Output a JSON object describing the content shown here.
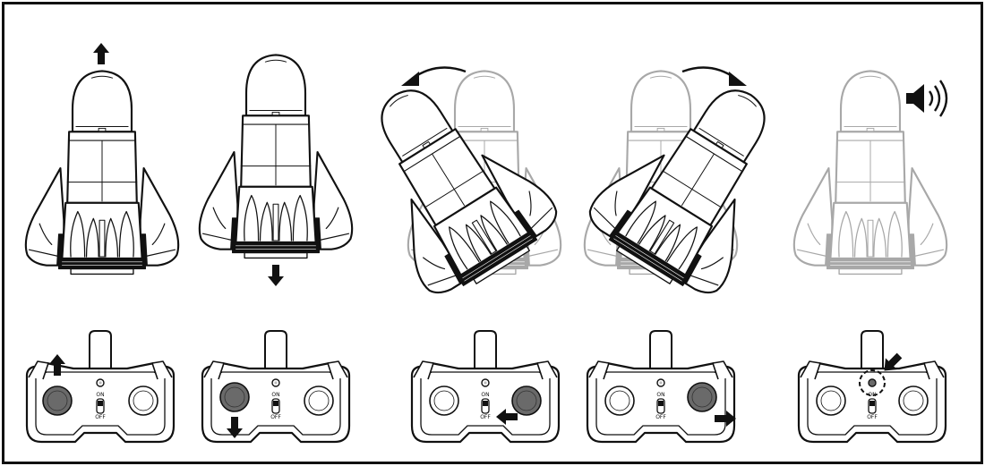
{
  "controller": {
    "switch_on_label": "ON",
    "switch_off_label": "OFF"
  },
  "steps": [
    {
      "id": "up",
      "action": "ascend",
      "rocket": "solid",
      "active_stick": "left",
      "arrow": "up",
      "icon": "arrow-up-icon"
    },
    {
      "id": "down",
      "action": "descend",
      "rocket": "solid",
      "active_stick": "left",
      "arrow": "down",
      "icon": "arrow-down-icon"
    },
    {
      "id": "left",
      "action": "rotate-left",
      "rocket": "tilted-left-with-ghost",
      "active_stick": "right",
      "arrow": "left",
      "icon": "curved-arrow-left-icon"
    },
    {
      "id": "right",
      "action": "rotate-right",
      "rocket": "tilted-right-with-ghost",
      "active_stick": "right",
      "arrow": "right",
      "icon": "curved-arrow-right-icon"
    },
    {
      "id": "sound",
      "action": "sound",
      "rocket": "ghost",
      "active_stick": "none",
      "arrow": "sound-button",
      "icon": "speaker-icon"
    }
  ],
  "colors": {
    "ink": "#111111",
    "ghost": "#a8a8a8",
    "active_stick": "#6a6a6a",
    "inactive_stick": "#ffffff"
  }
}
